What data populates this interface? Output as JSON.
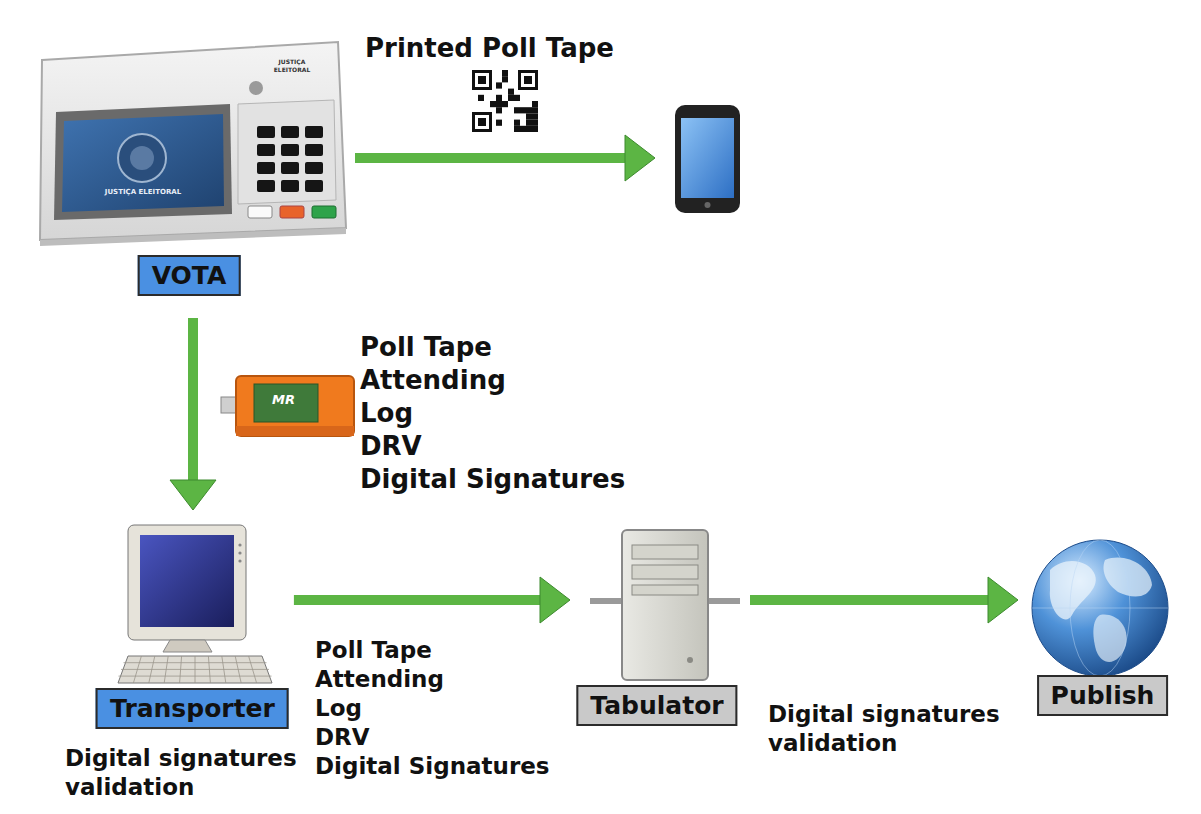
{
  "diagram": {
    "nodes": [
      {
        "text": [
          "VOTA"
        ]
      },
      {
        "text": [
          "Transporter"
        ]
      },
      {
        "text": [
          "Tabulator"
        ]
      },
      {
        "text": [
          "Publish"
        ]
      }
    ],
    "edges": [
      {
        "from": 0,
        "to": 1,
        "arrow": "to"
      },
      {
        "from": 1,
        "to": 2,
        "arrow": "to"
      },
      {
        "from": 2,
        "to": 3,
        "arrow": "to"
      }
    ],
    "labels": [
      "Printed Poll Tape",
      "JUSTIÇA ELEITORAL",
      "JUSTIÇA ELEITORAL",
      "MR",
      "Poll Tape",
      "Attending",
      "Log",
      "DRV",
      "Digital Signatures",
      "Digital signatures validation",
      "Poll Tape",
      "Attending",
      "Log",
      "DRV",
      "Digital Signatures",
      "Digital signatures validation"
    ]
  }
}
